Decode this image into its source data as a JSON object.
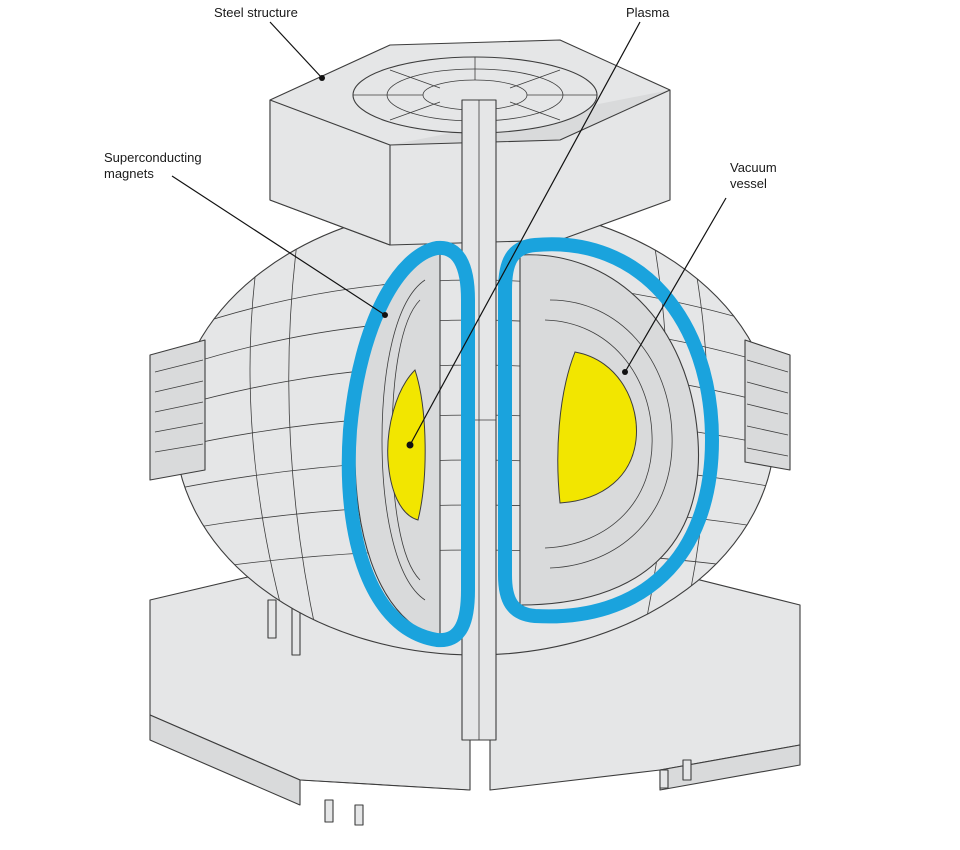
{
  "labels": {
    "steel_structure": "Steel structure",
    "plasma": "Plasma",
    "superconducting_magnets": "Superconducting\nmagnets",
    "vacuum_vessel": "Vacuum\nvessel"
  },
  "colors": {
    "magnet_ring": "#1aa3dd",
    "plasma": "#f2e600",
    "structure_fill": "#e5e6e7",
    "line": "#3d3d3d"
  }
}
